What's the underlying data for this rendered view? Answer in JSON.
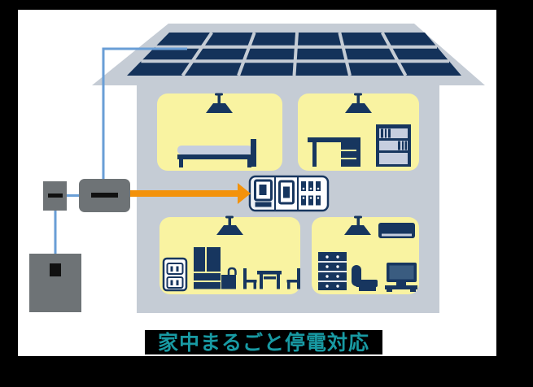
{
  "caption": {
    "text": "家中まるごと停電対応",
    "color": "#189AA3",
    "background": "#000000"
  },
  "palette": {
    "matte_black": "#000000",
    "artboard_white": "#FFFFFF",
    "house_gray": "#C5CCD5",
    "room_yellow": "#F9F3A1",
    "icon_navy": "#17365F",
    "solar_navy": "#14325A",
    "light_accent": "#C6CEDF",
    "wire_blue": "#699ED6",
    "flow_orange": "#F3920B",
    "equipment_gray": "#6E7376",
    "tv_screen_blue": "#3A5C80",
    "board_tint": "#EDF1F6"
  },
  "diagram": {
    "building": "two-story-house-cutaway",
    "rooftop": {
      "icon": "solar-panel-array-icon",
      "rows": 3,
      "columns": 6
    },
    "exterior_equipment": [
      {
        "icon": "power-meter-box-icon"
      },
      {
        "icon": "power-conditioner-icon"
      },
      {
        "icon": "storage-battery-icon"
      }
    ],
    "distribution_board": {
      "icon": "distribution-board-icon",
      "main_breaker_count": 2,
      "branch_breaker_count": 6
    },
    "power_flow": {
      "from": "power-conditioner",
      "to": "distribution-board",
      "style": "orange-arrow"
    },
    "wiring": [
      {
        "from": "solar-panel-array",
        "to": "power-conditioner"
      },
      {
        "from": "power-meter-box",
        "to": "power-conditioner"
      },
      {
        "from": "power-meter-box",
        "to": "storage-battery"
      }
    ],
    "rooms": [
      {
        "id": "bedroom",
        "floor": "upper-left",
        "items": [
          "pendant-light-icon",
          "bed-icon"
        ]
      },
      {
        "id": "study",
        "floor": "upper-right",
        "items": [
          "pendant-light-icon",
          "desk-icon",
          "bookshelf-icon"
        ]
      },
      {
        "id": "dining-kitchen",
        "floor": "lower-left",
        "items": [
          "pendant-light-icon",
          "wall-outlet-icon",
          "refrigerator-icon",
          "rice-cooker-icon",
          "dining-table-icon",
          "chair-icon",
          "chair-icon"
        ]
      },
      {
        "id": "living-room",
        "floor": "lower-right",
        "items": [
          "pendant-light-icon",
          "air-conditioner-icon",
          "chest-of-drawers-icon",
          "armchair-icon",
          "tv-icon"
        ]
      }
    ]
  }
}
